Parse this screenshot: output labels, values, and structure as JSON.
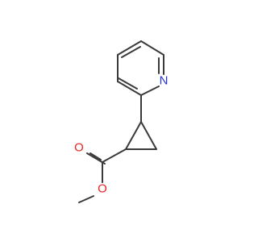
{
  "molecule": {
    "atoms": [
      {
        "id": "n1",
        "symbol": "N",
        "color": "#2233dd"
      },
      {
        "id": "o1",
        "symbol": "O",
        "color": "#ee2222"
      },
      {
        "id": "o2",
        "symbol": "O",
        "color": "#ee2222"
      }
    ],
    "bond_color": "#3a3a3a"
  }
}
